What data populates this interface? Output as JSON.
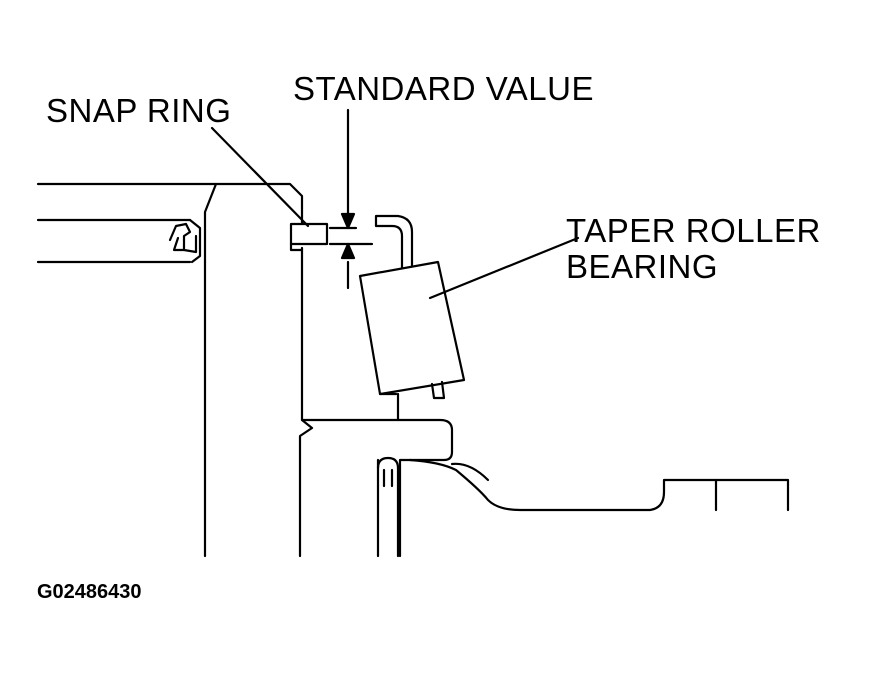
{
  "labels": {
    "snap_ring": "SNAP RING",
    "standard_value": "STANDARD VALUE",
    "taper_roller_bearing_line1": "TAPER ROLLER",
    "taper_roller_bearing_line2": "BEARING"
  },
  "figure_id": "G02486430",
  "colors": {
    "line": "#000000",
    "background": "#ffffff"
  }
}
